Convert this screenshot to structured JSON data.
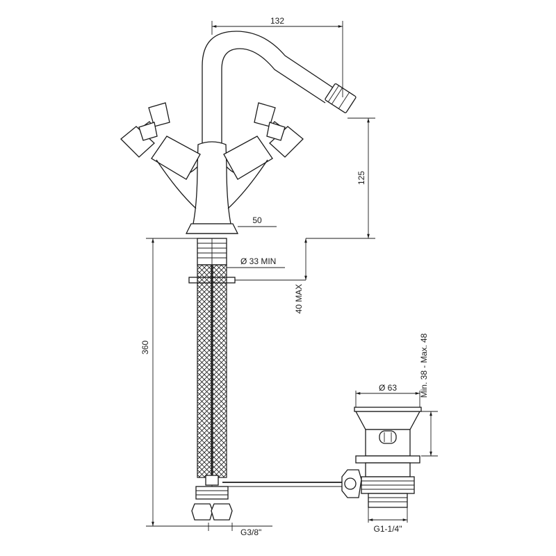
{
  "dimensions": {
    "spout_reach": "132",
    "spout_height": "125",
    "base_diameter": "50",
    "hole_diameter": "Ø 33 MIN",
    "deck_thickness": "40 MAX",
    "hose_length": "360",
    "hose_thread": "G3/8\"",
    "waste_diameter": "Ø 63",
    "waste_range": "Min. 38 - Max. 48",
    "waste_thread": "G1-1/4\""
  }
}
